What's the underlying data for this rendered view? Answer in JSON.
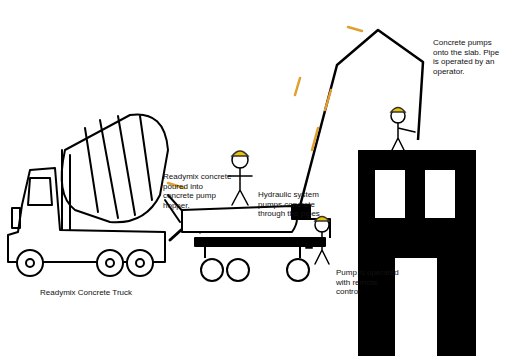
{
  "diagram": {
    "labels": [
      "Readymix concrete poured into concrete pump hopper.",
      "Hydraulic system pumps concrete through the pipes",
      "Concrete pumps onto the slab. Pipe is operated by an operator.",
      "Pump is operated with remote control.",
      "Readymix Concrete Truck"
    ]
  }
}
